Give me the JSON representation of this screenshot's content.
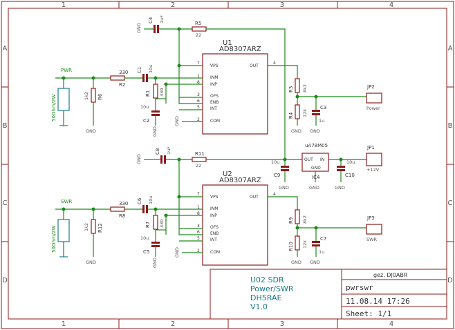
{
  "grid": {
    "columns": [
      "1",
      "2",
      "3",
      "4"
    ],
    "rows": [
      "A",
      "B",
      "C",
      "D"
    ]
  },
  "nets": {
    "pwr": "PWR",
    "swr": "SWR"
  },
  "ics": {
    "u1": {
      "ref": "U1",
      "part": "AD8307ARZ",
      "pins": {
        "vps": "VPS",
        "inm": "INM",
        "inp": "INP",
        "ofs": "OFS",
        "enb": "ENB",
        "int": "INT",
        "com": "COM",
        "out": "OUT"
      }
    },
    "u2": {
      "ref": "U2",
      "part": "AD8307ARZ",
      "pins": {
        "vps": "VPS",
        "inm": "INM",
        "inp": "INP",
        "ofs": "OFS",
        "enb": "ENB",
        "int": "INT",
        "com": "COM",
        "out": "OUT"
      }
    },
    "ic4": {
      "ref": "IC4",
      "part": "uA78M05",
      "in": "IN",
      "out": "OUT",
      "gnd": "GND"
    }
  },
  "pin_numbers": {
    "n7": "7",
    "n1": "1",
    "n8": "8",
    "n3": "3",
    "n6": "6",
    "n5": "5",
    "n2": "2",
    "n4": "4"
  },
  "components": {
    "c4": "C4",
    "c4v": "1uF",
    "r5": "R5",
    "r5v": "22",
    "r2": "R2",
    "r2v": "330",
    "c1": "C1",
    "c1v": "10u",
    "r1": "R1",
    "r1v": "330",
    "c2": "C2",
    "c2v": "10u",
    "r6": "R6",
    "r6v": "1k2",
    "load1": "50Ohm/2W",
    "r3": "R3",
    "r3v": "8k2",
    "r4": "R4",
    "r4v": "12k",
    "c3": "C3",
    "c3v": "1u",
    "c8": "C8",
    "c8v": "1uF",
    "r11": "R11",
    "r11v": "22",
    "c9": "C9",
    "c9v": "10u",
    "c10": "C10",
    "c10v": "10u",
    "r8": "R8",
    "r8v": "330",
    "c6": "C6",
    "c6v": "10u",
    "r7": "R7",
    "r7v": "330",
    "c5": "C5",
    "c5v": "10u",
    "r12": "R12",
    "r12v": "1k2",
    "load2": "50Ohm/2W",
    "r9": "R9",
    "r9v": "8k2",
    "r10": "R10",
    "r10v": "12k",
    "c7": "C7",
    "c7v": "1u"
  },
  "gnd": "GND",
  "connectors": {
    "jp2": {
      "ref": "JP2",
      "label": "Power"
    },
    "jp1": {
      "ref": "JP1",
      "label": "+12V"
    },
    "jp3": {
      "ref": "JP3",
      "label": "SWR"
    }
  },
  "title_block": {
    "lines": [
      "U02 SDR",
      "Power/SWR",
      "DH5RAE",
      "V1.0"
    ],
    "drawn_by": "gez. DJ0ABR",
    "filename": "pwrswr",
    "date": "11.08.14 17:26",
    "sheet": "Sheet: 1/1"
  }
}
